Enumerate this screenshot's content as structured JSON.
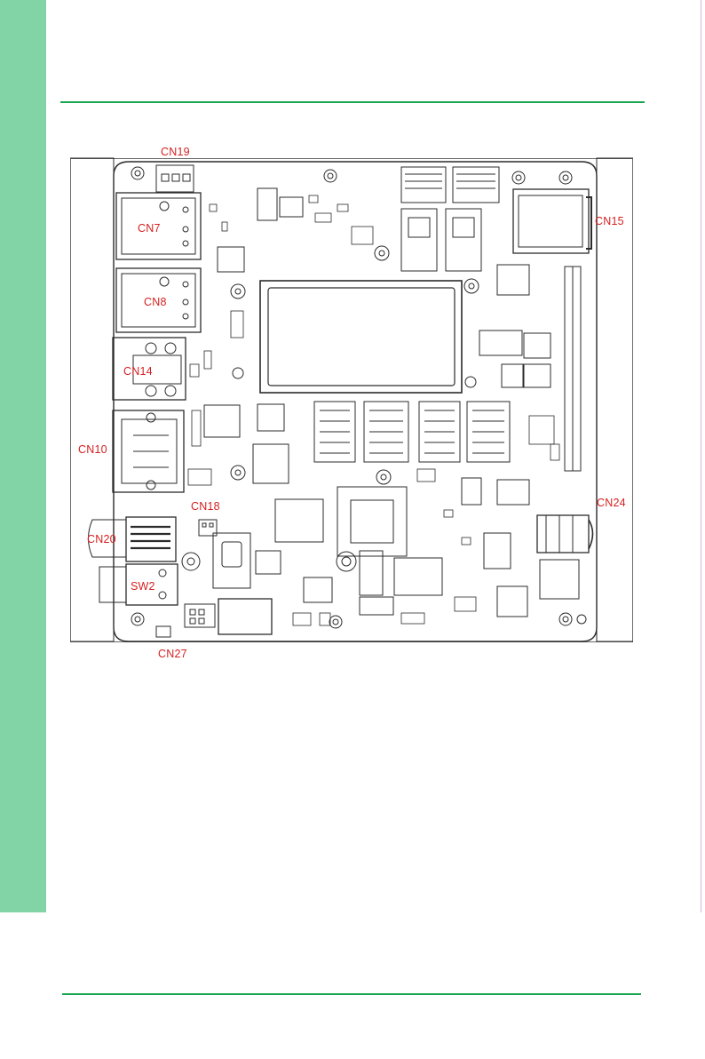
{
  "labels": {
    "cn19": "CN19",
    "cn7": "CN7",
    "cn15": "CN15",
    "cn8": "CN8",
    "cn14": "CN14",
    "cn10": "CN10",
    "cn24": "CN24",
    "cn18": "CN18",
    "cn20": "CN20",
    "sw2": "SW2",
    "cn27": "CN27"
  },
  "colors": {
    "sidebar": "#82d4a6",
    "rule": "#1aa64f",
    "label": "#d61f1f",
    "line": "#2b2b2b"
  }
}
